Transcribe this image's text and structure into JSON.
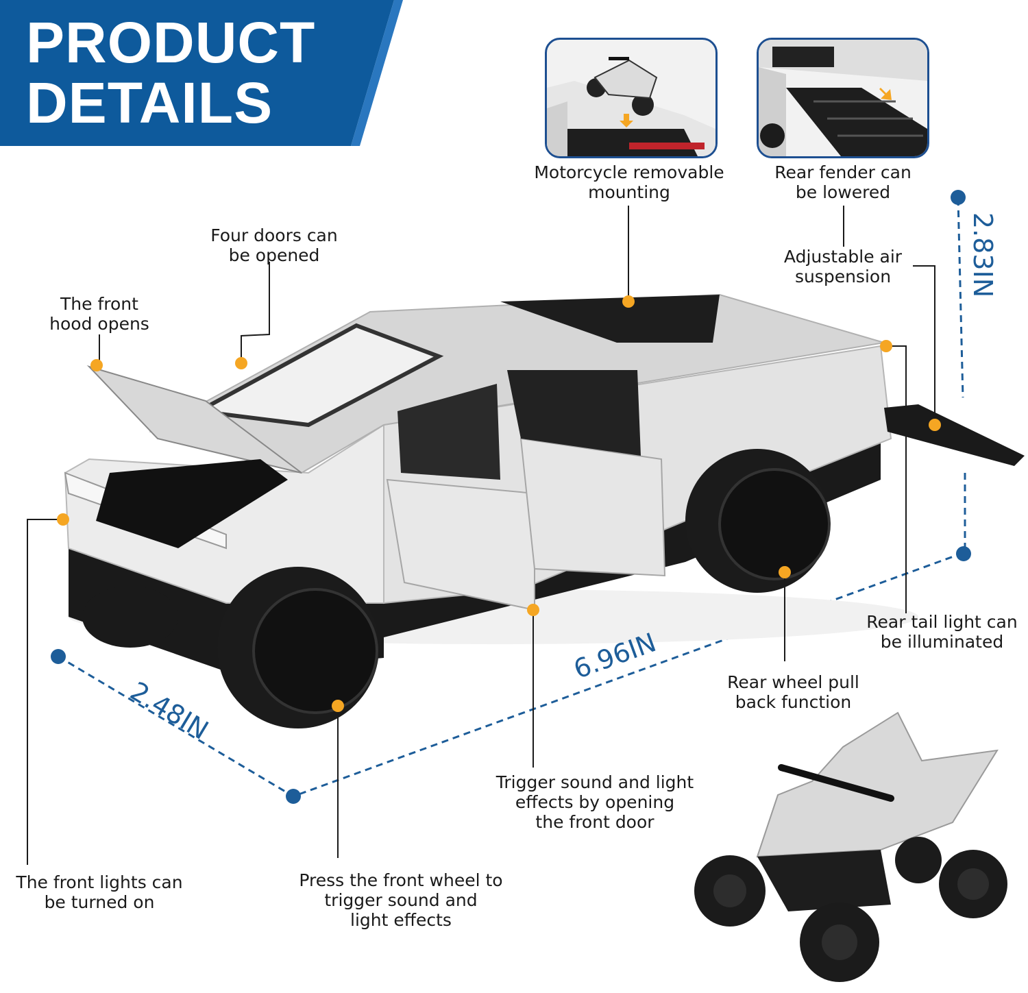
{
  "banner": {
    "color": "#0e5a9c",
    "title_line1": "PRODUCT",
    "title_line2": "DETAILS"
  },
  "accent_colors": {
    "callout_dot": "#f5a623",
    "dimension_line": "#1d5d99"
  },
  "callouts": {
    "motorcycle": [
      "Motorcycle removable",
      "mounting"
    ],
    "rear_fender": [
      "Rear fender can",
      "be lowered"
    ],
    "four_doors": [
      "Four doors can",
      "be opened"
    ],
    "front_hood": [
      "The front",
      "hood opens"
    ],
    "air_suspension": [
      "Adjustable air",
      "suspension"
    ],
    "tail_light": [
      "Rear tail light can",
      "be illuminated"
    ],
    "rear_wheel": [
      "Rear wheel pull",
      "back function"
    ],
    "trigger_door": [
      "Trigger sound and light",
      "effects by opening",
      "the front door"
    ],
    "front_lights": [
      "The front lights can",
      "be turned on"
    ],
    "front_wheel": [
      "Press the front wheel to",
      "trigger sound and",
      "light effects"
    ]
  },
  "dimensions": {
    "height": "2.83IN",
    "length": "6.96IN",
    "width": "2.48IN"
  },
  "icons": [
    "cybertruck-illustration",
    "atv-illustration",
    "motorcycle-mount-photo",
    "tailgate-photo"
  ]
}
